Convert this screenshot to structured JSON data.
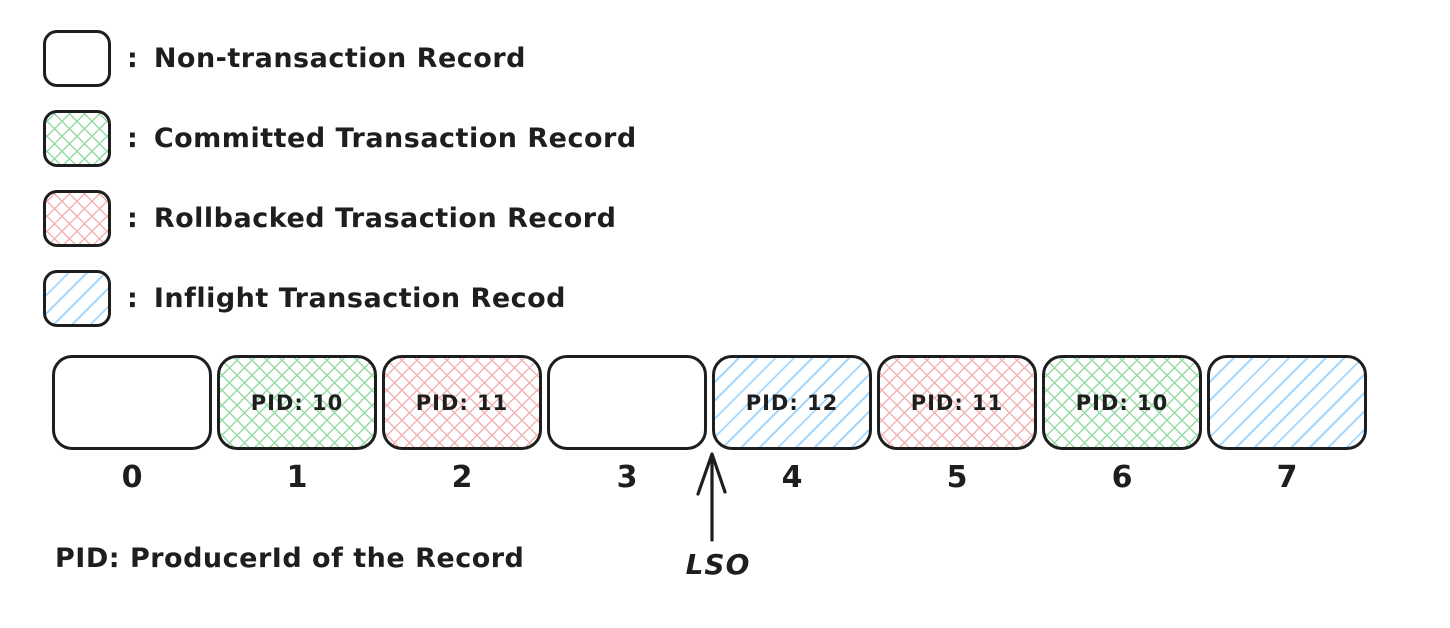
{
  "colors": {
    "background": "#ffffff",
    "stroke": "#1e1e1e",
    "green_hatch": "#96dba5",
    "red_hatch": "#f2b3b3",
    "blue_hatch": "#a5d8ff"
  },
  "legend": {
    "colon": ":",
    "items": [
      {
        "type": "non-transaction",
        "label": "Non-transaction Record"
      },
      {
        "type": "committed",
        "label": "Committed Transaction Record"
      },
      {
        "type": "rollbacked",
        "label": "Rollbacked Trasaction Record"
      },
      {
        "type": "inflight",
        "label": "Inflight Transaction Recod"
      }
    ]
  },
  "log": {
    "records": [
      {
        "offset": "0",
        "type": "non-transaction",
        "pid": ""
      },
      {
        "offset": "1",
        "type": "committed",
        "pid": "PID: 10"
      },
      {
        "offset": "2",
        "type": "rollbacked",
        "pid": "PID: 11"
      },
      {
        "offset": "3",
        "type": "non-transaction",
        "pid": ""
      },
      {
        "offset": "4",
        "type": "inflight",
        "pid": "PID: 12"
      },
      {
        "offset": "5",
        "type": "rollbacked",
        "pid": "PID: 11"
      },
      {
        "offset": "6",
        "type": "committed",
        "pid": "PID: 10"
      },
      {
        "offset": "7",
        "type": "inflight",
        "pid": ""
      }
    ]
  },
  "lso": {
    "label": "LSO",
    "points_between_offsets": "3 and 4"
  },
  "footnote": {
    "text": "PID: ProducerId of the Record"
  }
}
